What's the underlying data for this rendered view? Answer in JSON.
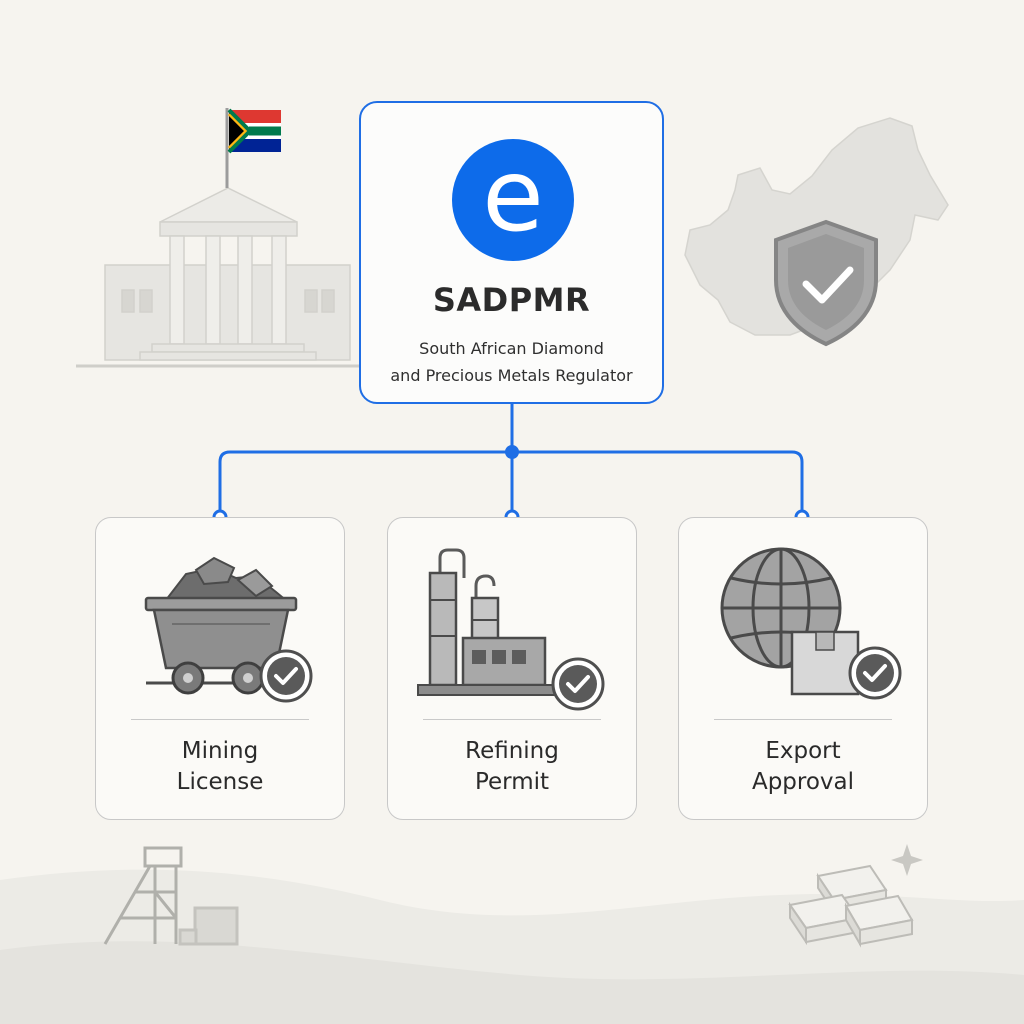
{
  "regulator": {
    "logo_letter": "e",
    "acronym": "SADPMR",
    "full_name_lines": [
      "South African Diamond",
      "and Precious Metals Regulator"
    ]
  },
  "categories": [
    {
      "icon": "mining-cart-icon",
      "label_lines": [
        "Mining",
        "License"
      ]
    },
    {
      "icon": "refinery-icon",
      "label_lines": [
        "Refining",
        "Permit"
      ]
    },
    {
      "icon": "globe-box-icon",
      "label_lines": [
        "Export",
        "Approval"
      ]
    }
  ],
  "colors": {
    "accent": "#1f6ee5",
    "background": "#f6f4ef",
    "icon_gray": "#8a8a8a",
    "text": "#2b2b2b"
  }
}
